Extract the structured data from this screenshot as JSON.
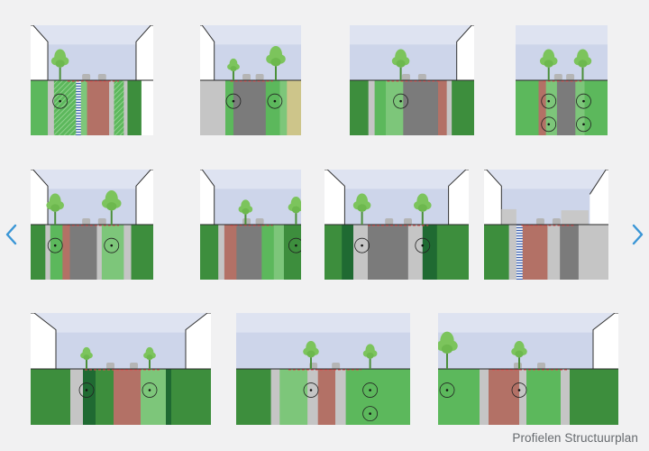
{
  "gallery": {
    "caption": "Profielen Structuurplan",
    "nav": {
      "prev_icon": "chevron-left-icon",
      "next_icon": "chevron-right-icon",
      "color": "#3a96d6"
    },
    "colors": {
      "sky": "#cdd5ea",
      "ground_line": "#2a2a2a",
      "green_dark": "#3d8e3d",
      "green": "#5cb85c",
      "green_light": "#7dc67a",
      "green_deep": "#1f6a32",
      "asphalt": "#7b7b7b",
      "brick": "#b37166",
      "sidewalk": "#c5c5c5",
      "sand": "#cdc58a",
      "tree": "#7cc45c"
    },
    "rows": [
      {
        "thumbs": [
          {
            "strips": [
              [
                "green",
                0.14
              ],
              [
                "sidewalk",
                0.05
              ],
              [
                "green_hatch",
                0.18
              ],
              [
                "bike",
                0.04
              ],
              [
                "green_light",
                0.05
              ],
              [
                "brick",
                0.18
              ],
              [
                "sidewalk",
                0.04
              ],
              [
                "green_hatch",
                0.08
              ],
              [
                "sidewalk",
                0.03
              ],
              [
                "green_dark",
                0.11
              ]
            ],
            "trees": [
              [
                0.24,
                1
              ]
            ],
            "roots": [
              0.24
            ],
            "shape": "canyon"
          },
          {
            "strips": [
              [
                "sidewalk",
                0.25
              ],
              [
                "green",
                0.08
              ],
              [
                "asphalt",
                0.32
              ],
              [
                "green",
                0.14
              ],
              [
                "green_light",
                0.07
              ],
              [
                "sand",
                0.14
              ]
            ],
            "trees": [
              [
                0.33,
                0.7
              ],
              [
                0.75,
                1.1
              ]
            ],
            "roots": [
              0.33,
              0.74
            ],
            "shape": "left-wall"
          },
          {
            "strips": [
              [
                "green_dark",
                0.15
              ],
              [
                "sidewalk",
                0.05
              ],
              [
                "green",
                0.09
              ],
              [
                "green_light",
                0.14
              ],
              [
                "asphalt",
                0.28
              ],
              [
                "brick",
                0.07
              ],
              [
                "sidewalk",
                0.04
              ],
              [
                "green_dark",
                0.18
              ]
            ],
            "trees": [
              [
                0.41,
                1
              ]
            ],
            "roots": [
              0.41
            ],
            "shape": "right-wall"
          },
          {
            "strips": [
              [
                "green",
                0.25
              ],
              [
                "brick",
                0.08
              ],
              [
                "green_light",
                0.12
              ],
              [
                "asphalt",
                0.2
              ],
              [
                "green_light",
                0.1
              ],
              [
                "green",
                0.25
              ]
            ],
            "trees": [
              [
                0.36,
                1
              ],
              [
                0.73,
                1
              ]
            ],
            "roots": [
              0.36,
              0.36,
              0.74,
              0.74
            ],
            "shape": "open"
          }
        ]
      },
      {
        "thumbs": [
          {
            "strips": [
              [
                "green_dark",
                0.12
              ],
              [
                "sidewalk",
                0.04
              ],
              [
                "green",
                0.1
              ],
              [
                "brick",
                0.06
              ],
              [
                "asphalt",
                0.22
              ],
              [
                "sidewalk",
                0.04
              ],
              [
                "green_light",
                0.18
              ],
              [
                "sidewalk",
                0.06
              ],
              [
                "green_dark",
                0.18
              ]
            ],
            "trees": [
              [
                0.2,
                1
              ],
              [
                0.66,
                1.1
              ]
            ],
            "roots": [
              0.2,
              0.66
            ],
            "shape": "canyon"
          },
          {
            "strips": [
              [
                "green_dark",
                0.18
              ],
              [
                "sidewalk",
                0.06
              ],
              [
                "brick",
                0.12
              ],
              [
                "asphalt",
                0.25
              ],
              [
                "green",
                0.12
              ],
              [
                "green_light",
                0.1
              ],
              [
                "green_dark",
                0.17
              ]
            ],
            "trees": [
              [
                0.45,
                0.8
              ],
              [
                0.95,
                0.9
              ]
            ],
            "roots": [
              0.95
            ],
            "shape": "left-wall"
          },
          {
            "strips": [
              [
                "green_dark",
                0.12
              ],
              [
                "green_deep",
                0.08
              ],
              [
                "sidewalk",
                0.1
              ],
              [
                "asphalt",
                0.28
              ],
              [
                "sidewalk",
                0.1
              ],
              [
                "green_deep",
                0.1
              ],
              [
                "green_dark",
                0.22
              ]
            ],
            "trees": [
              [
                0.26,
                1
              ],
              [
                0.68,
                1
              ]
            ],
            "roots": [
              0.26,
              0.68
            ],
            "shape": "canyon"
          },
          {
            "strips": [
              [
                "green_dark",
                0.2
              ],
              [
                "sidewalk",
                0.06
              ],
              [
                "bike",
                0.05
              ],
              [
                "brick",
                0.2
              ],
              [
                "sidewalk",
                0.1
              ],
              [
                "asphalt",
                0.15
              ],
              [
                "sidewalk",
                0.24
              ]
            ],
            "trees": [],
            "roots": [],
            "shape": "buildings"
          }
        ]
      },
      {
        "thumbs": [
          {
            "strips": [
              [
                "green_dark",
                0.22
              ],
              [
                "sidewalk",
                0.07
              ],
              [
                "green_deep",
                0.07
              ],
              [
                "green_dark",
                0.1
              ],
              [
                "brick",
                0.15
              ],
              [
                "green_light",
                0.14
              ],
              [
                "green_deep",
                0.03
              ],
              [
                "green_dark",
                0.22
              ]
            ],
            "trees": [
              [
                0.31,
                0.7
              ],
              [
                0.66,
                0.7
              ]
            ],
            "roots": [
              0.31,
              0.66
            ],
            "shape": "canyon"
          },
          {
            "strips": [
              [
                "green_dark",
                0.2
              ],
              [
                "sidewalk",
                0.05
              ],
              [
                "green_light",
                0.16
              ],
              [
                "sidewalk",
                0.06
              ],
              [
                "brick",
                0.1
              ],
              [
                "sidewalk",
                0.06
              ],
              [
                "green",
                0.37
              ]
            ],
            "trees": [
              [
                0.43,
                0.9
              ],
              [
                0.77,
                0.8
              ]
            ],
            "roots": [
              0.43,
              0.77,
              0.77
            ],
            "shape": "open"
          },
          {
            "strips": [
              [
                "green",
                0.23
              ],
              [
                "sidewalk",
                0.05
              ],
              [
                "brick",
                0.17
              ],
              [
                "sidewalk",
                0.04
              ],
              [
                "green",
                0.19
              ],
              [
                "sidewalk",
                0.05
              ],
              [
                "green_dark",
                0.27
              ]
            ],
            "trees": [
              [
                0.05,
                1.2
              ],
              [
                0.45,
                0.9
              ]
            ],
            "roots": [
              0.05,
              0.45
            ],
            "shape": "right-wall"
          }
        ]
      }
    ]
  }
}
